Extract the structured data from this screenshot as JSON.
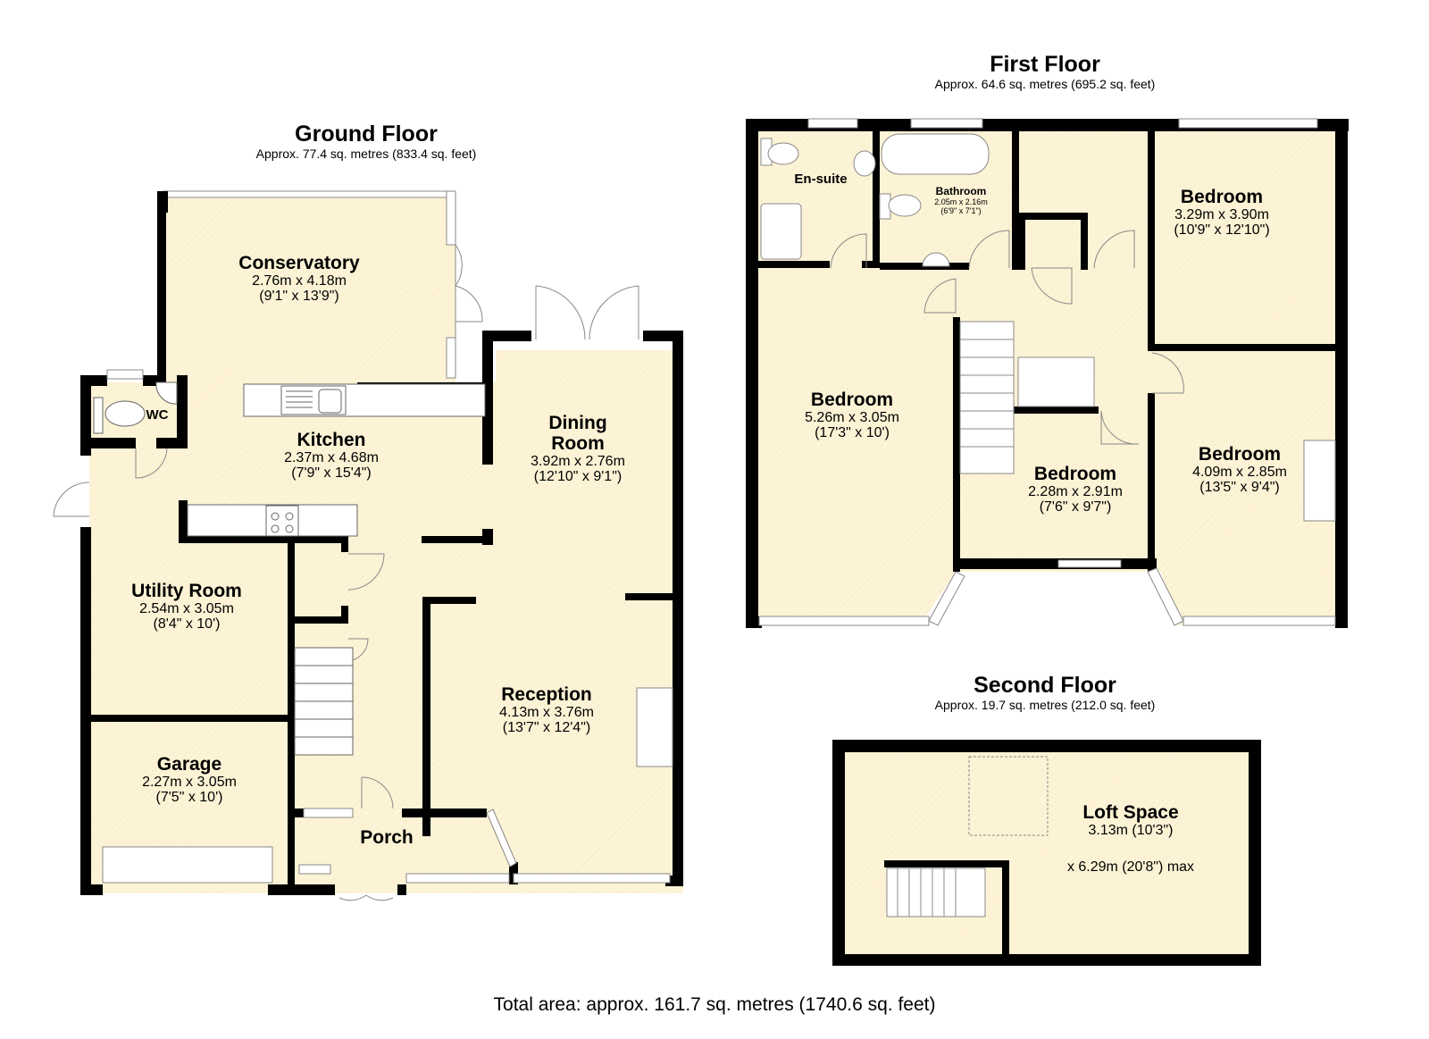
{
  "floors": {
    "ground": {
      "title": "Ground Floor",
      "area": "Approx. 77.4 sq. metres (833.4 sq. feet)",
      "rooms": [
        {
          "name": "Conservatory",
          "metric": "2.76m x 4.18m",
          "imperial": "(9'1\" x 13'9\")"
        },
        {
          "name": "WC",
          "metric": "",
          "imperial": ""
        },
        {
          "name": "Kitchen",
          "metric": "2.37m x 4.68m",
          "imperial": "(7'9\" x 15'4\")"
        },
        {
          "name": "Dining Room",
          "metric": "3.92m x 2.76m",
          "imperial": "(12'10\" x 9'1\")"
        },
        {
          "name": "Utility Room",
          "metric": "2.54m x 3.05m",
          "imperial": "(8'4\" x 10')"
        },
        {
          "name": "Garage",
          "metric": "2.27m x 3.05m",
          "imperial": "(7'5\" x 10')"
        },
        {
          "name": "Reception",
          "metric": "4.13m x 3.76m",
          "imperial": "(13'7\" x 12'4\")"
        },
        {
          "name": "Porch",
          "metric": "",
          "imperial": ""
        }
      ]
    },
    "first": {
      "title": "First Floor",
      "area": "Approx. 64.6 sq. metres (695.2 sq. feet)",
      "rooms": [
        {
          "name": "En-suite",
          "metric": "",
          "imperial": ""
        },
        {
          "name": "Bathroom",
          "metric": "2.05m x 2.16m",
          "imperial": "(6'9\" x 7'1\")"
        },
        {
          "name": "Bedroom",
          "metric": "3.29m x 3.90m",
          "imperial": "(10'9\" x 12'10\")"
        },
        {
          "name": "Bedroom",
          "metric": "5.26m x 3.05m",
          "imperial": "(17'3\" x 10')"
        },
        {
          "name": "Bedroom",
          "metric": "2.28m x 2.91m",
          "imperial": "(7'6\" x 9'7\")"
        },
        {
          "name": "Bedroom",
          "metric": "4.09m x 2.85m",
          "imperial": "(13'5\" x 9'4\")"
        }
      ]
    },
    "second": {
      "title": "Second Floor",
      "area": "Approx. 19.7 sq. metres (212.0 sq. feet)",
      "rooms": [
        {
          "name": "Loft Space",
          "metric": "3.13m (10'3\")",
          "imperial": "x 6.29m (20'8\") max"
        }
      ]
    }
  },
  "total_area": "Total area: approx. 161.7 sq. metres (1740.6 sq. feet)",
  "colors": {
    "floor_fill": "#fdf3d6",
    "wall": "#000000",
    "fixture_fill": "#ffffff",
    "fixture_stroke": "#7a7a7a"
  }
}
